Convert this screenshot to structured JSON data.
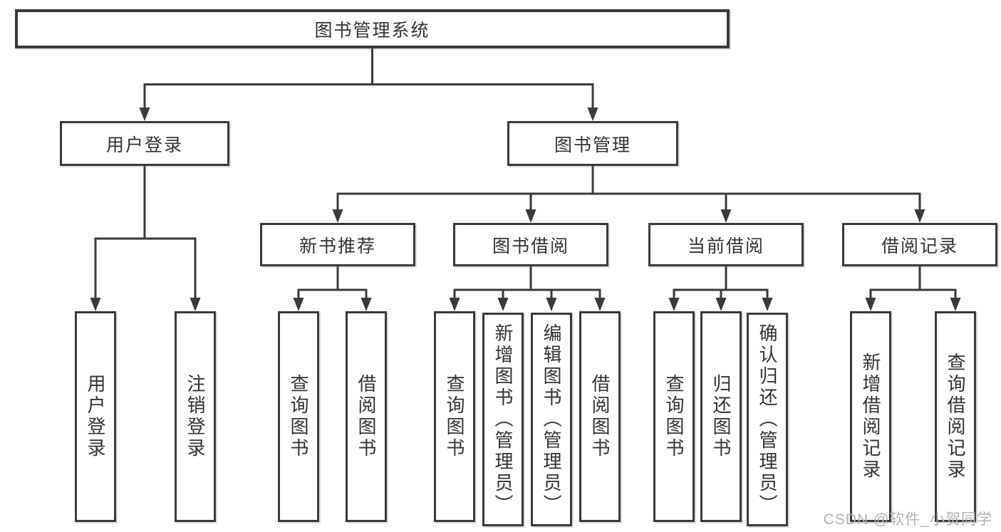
{
  "nodes": {
    "root": "图书管理系统",
    "user_login": "用户登录",
    "book_management": "图书管理",
    "new_book_recommend": "新书推荐",
    "book_borrow": "图书借阅",
    "current_borrow": "当前借阅",
    "borrow_records": "借阅记录",
    "user_login_children": [
      "用户登录",
      "注销登录"
    ],
    "new_book_children": [
      "查询图书",
      "借阅图书"
    ],
    "book_borrow_children": [
      "查询图书",
      "新增图书（管理员）",
      "编辑图书（管理员）",
      "借阅图书"
    ],
    "current_borrow_children": [
      "查询图书",
      "归还图书",
      "确认归还（管理员）"
    ],
    "borrow_records_children": [
      "新增借阅记录",
      "查询借阅记录"
    ]
  },
  "watermark": "CSDN @软件_小贺同学",
  "colors": {
    "line": "#3a3a3a",
    "text": "#333333",
    "background": "#ffffff",
    "watermark": "#b3b3b3"
  }
}
